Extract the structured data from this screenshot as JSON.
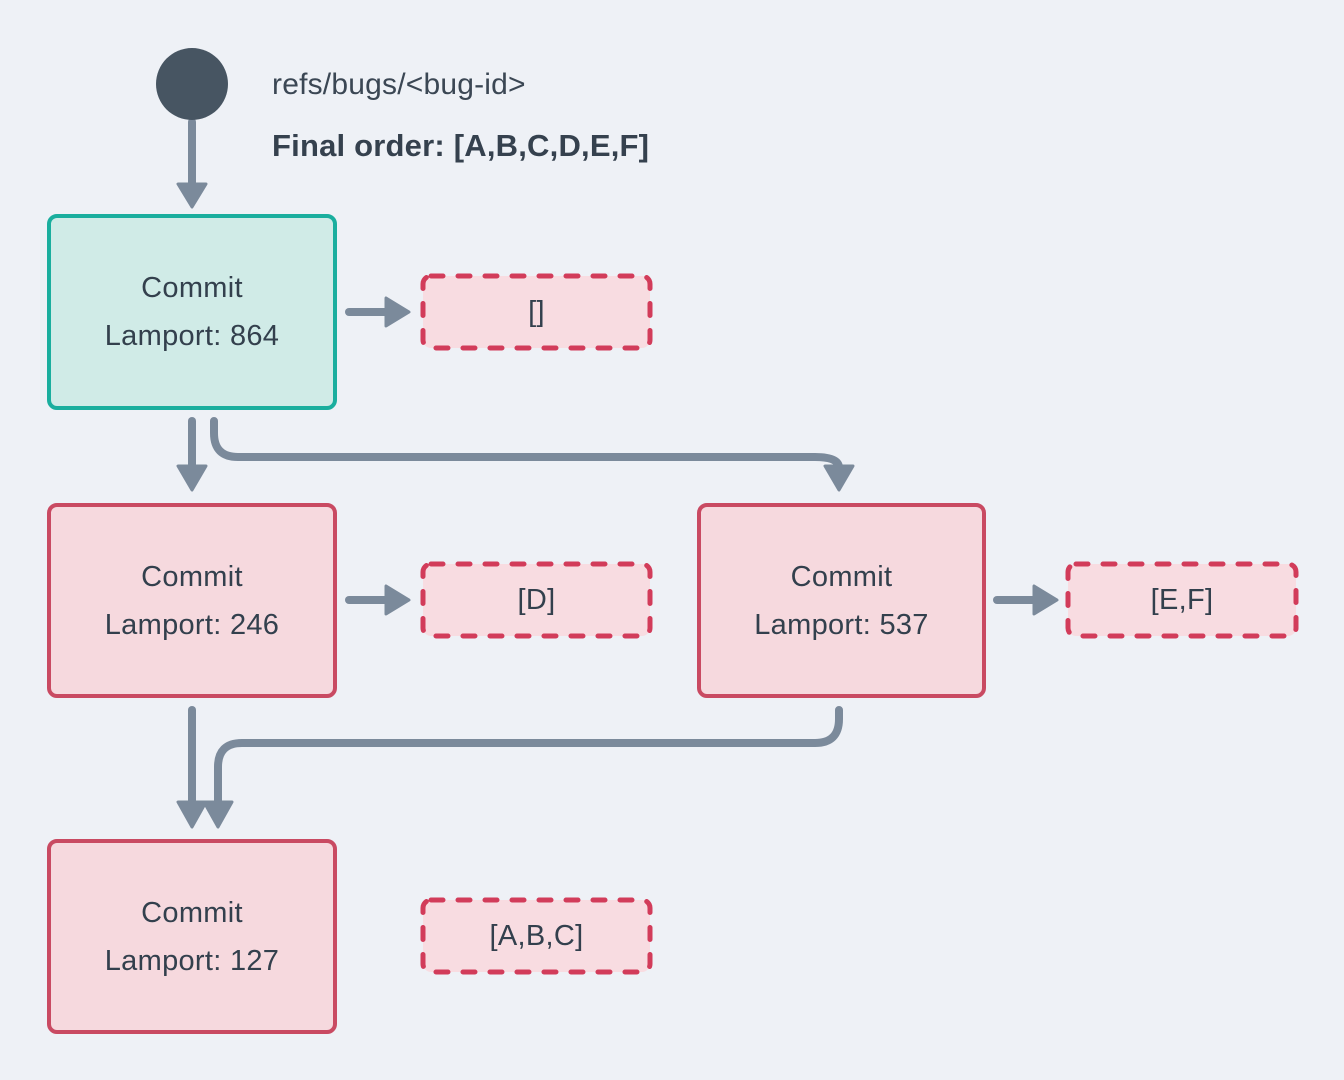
{
  "diagram": {
    "ref_label": "refs/bugs/<bug-id>",
    "final_order_label": "Final order: [A,B,C,D,E,F]",
    "commits": [
      {
        "label": "Commit",
        "lamport_label": "Lamport: 864",
        "patches_label": "[]",
        "highlight": "teal"
      },
      {
        "label": "Commit",
        "lamport_label": "Lamport: 246",
        "patches_label": "[D]",
        "highlight": "red"
      },
      {
        "label": "Commit",
        "lamport_label": "Lamport: 537",
        "patches_label": "[E,F]",
        "highlight": "red"
      },
      {
        "label": "Commit",
        "lamport_label": "Lamport: 127",
        "patches_label": "[A,B,C]",
        "highlight": "red"
      }
    ],
    "colors": {
      "background": "#eef1f6",
      "ref_node": "#475562",
      "arrow": "#7b8a9b",
      "teal_border": "#1aae9e",
      "teal_fill": "#d0ebe7",
      "red_border": "#c94a62",
      "red_dashed_border": "#d23c5a",
      "pink_fill": "#f6d9de",
      "pink_dashed_fill": "#f8dce1",
      "text": "#33404d"
    }
  }
}
